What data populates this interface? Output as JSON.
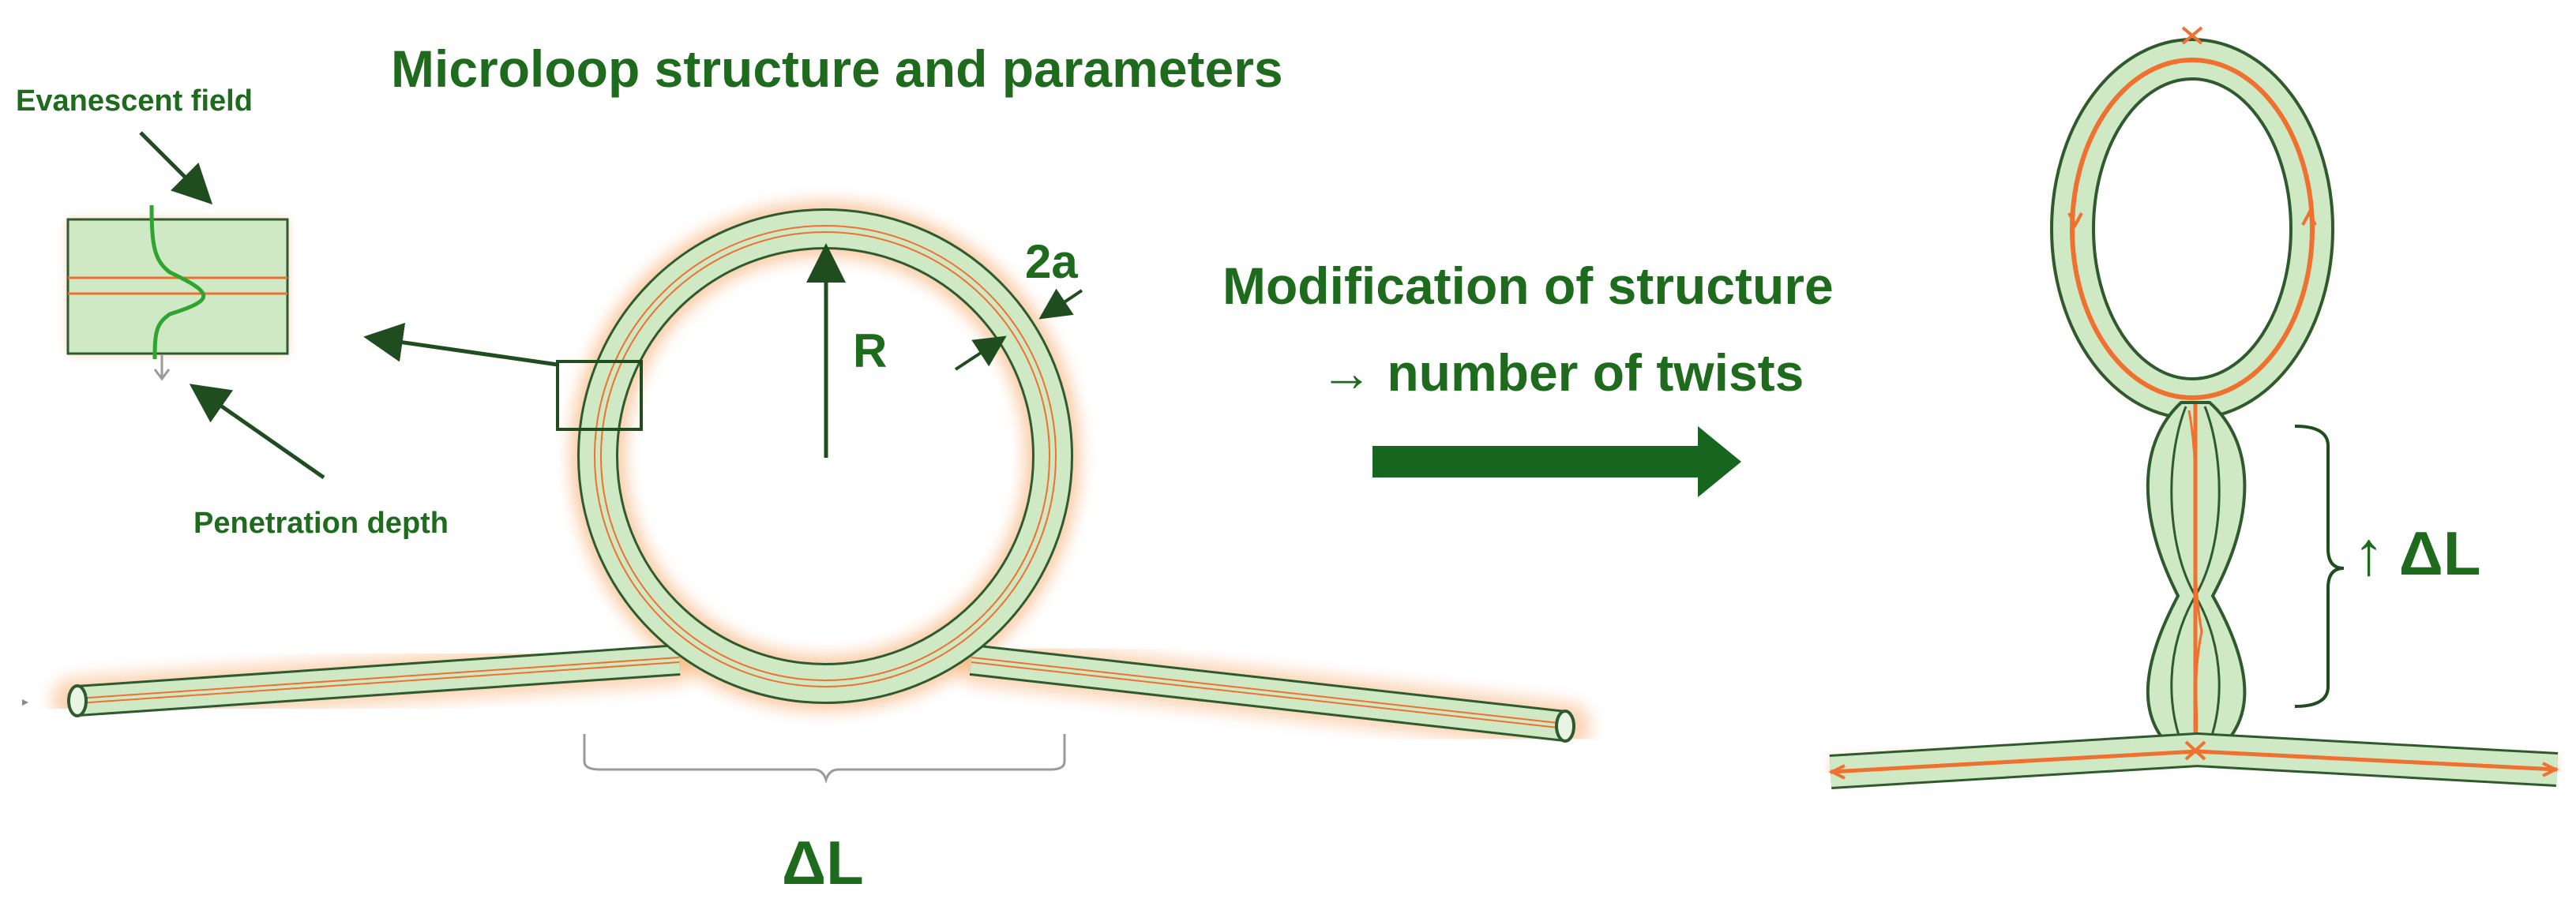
{
  "title": "Microloop structure and parameters",
  "labels": {
    "evanescent_field": "Evanescent field",
    "penetration_depth": "Penetration depth",
    "radius": "R",
    "diameter": "2a",
    "delta_l": "ΔL",
    "modification_line1": "Modification of structure",
    "modification_line2": "→ number of twists",
    "increase_delta_l": "↑ ΔL"
  },
  "colors": {
    "fiber_fill": "#cfe9c5",
    "fiber_edge": "#2f5a2f",
    "glow": "#f6a15a",
    "core": "#f07030",
    "text_green": "#1e6b1e",
    "arrow_green": "#17661f"
  }
}
